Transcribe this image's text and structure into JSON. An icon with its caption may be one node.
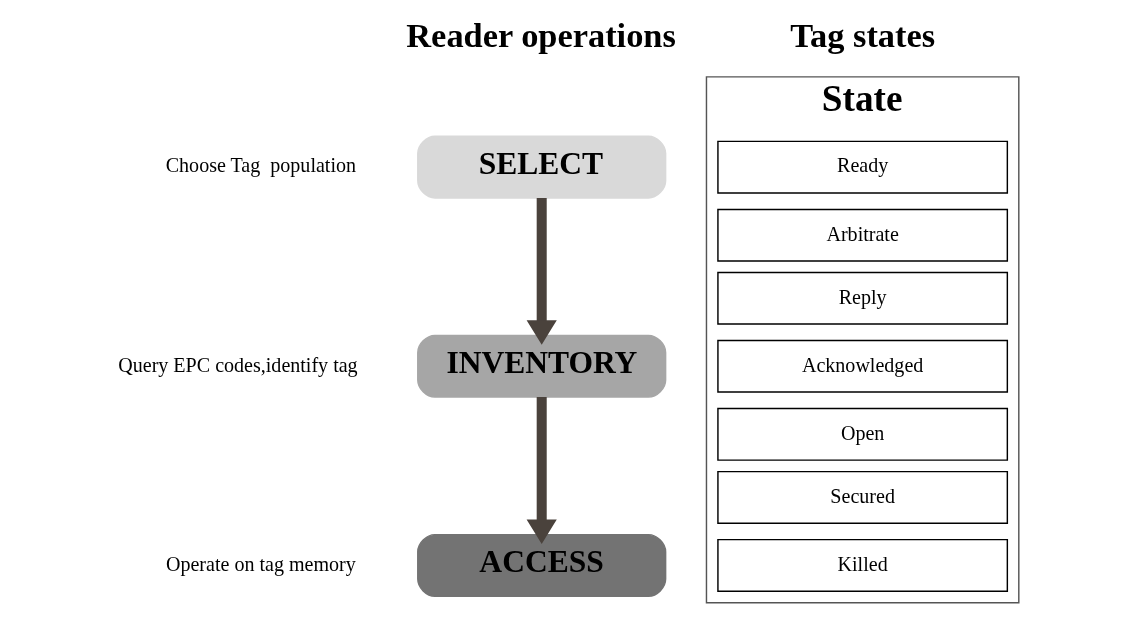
{
  "diagram": {
    "nodes": [
      {
        "text": [
          "SELECT"
        ],
        "beside": [
          "Choose Tag  population"
        ]
      },
      {
        "text": [
          "INVENTORY"
        ],
        "beside": [
          "Query EPC codes,identify tag"
        ]
      },
      {
        "text": [
          "ACCESS"
        ],
        "beside": [
          "Operate on tag memory"
        ]
      },
      {
        "text": [
          "State"
        ]
      },
      {
        "text": [
          "Ready"
        ],
        "in": 3
      },
      {
        "text": [
          "Arbitrate"
        ],
        "in": 3
      },
      {
        "text": [
          "Reply"
        ],
        "in": 3
      },
      {
        "text": [
          "Acknowledged"
        ],
        "in": 3
      },
      {
        "text": [
          "Open"
        ],
        "in": 3
      },
      {
        "text": [
          "Secured"
        ],
        "in": 3
      },
      {
        "text": [
          "Killed"
        ],
        "in": 3
      }
    ],
    "edges": [
      {
        "from": 0,
        "to": 1,
        "arrow": "to"
      },
      {
        "from": 1,
        "to": 2,
        "arrow": "to"
      }
    ],
    "labels": [
      "Reader operations",
      "Tag states"
    ]
  }
}
